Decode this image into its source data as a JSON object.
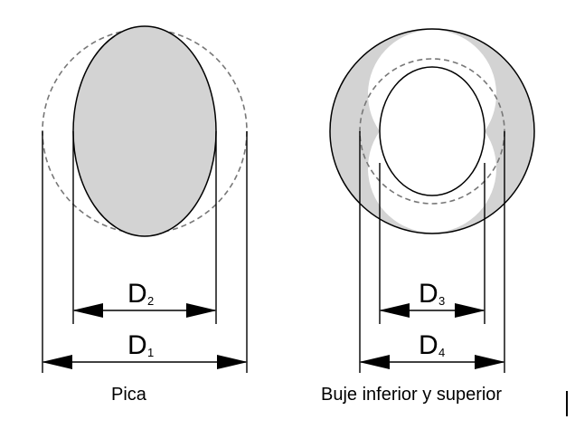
{
  "figure": {
    "left_part": {
      "caption": "Pica",
      "dimensions": [
        {
          "main": "D",
          "sub": "2"
        },
        {
          "main": "D",
          "sub": "1"
        }
      ]
    },
    "right_part": {
      "caption": "Buje inferior y superior",
      "dimensions": [
        {
          "main": "D",
          "sub": "3"
        },
        {
          "main": "D",
          "sub": "4"
        }
      ]
    },
    "colors": {
      "fill": "#d3d3d3",
      "stroke": "#000000",
      "dashed": "#777777"
    }
  }
}
